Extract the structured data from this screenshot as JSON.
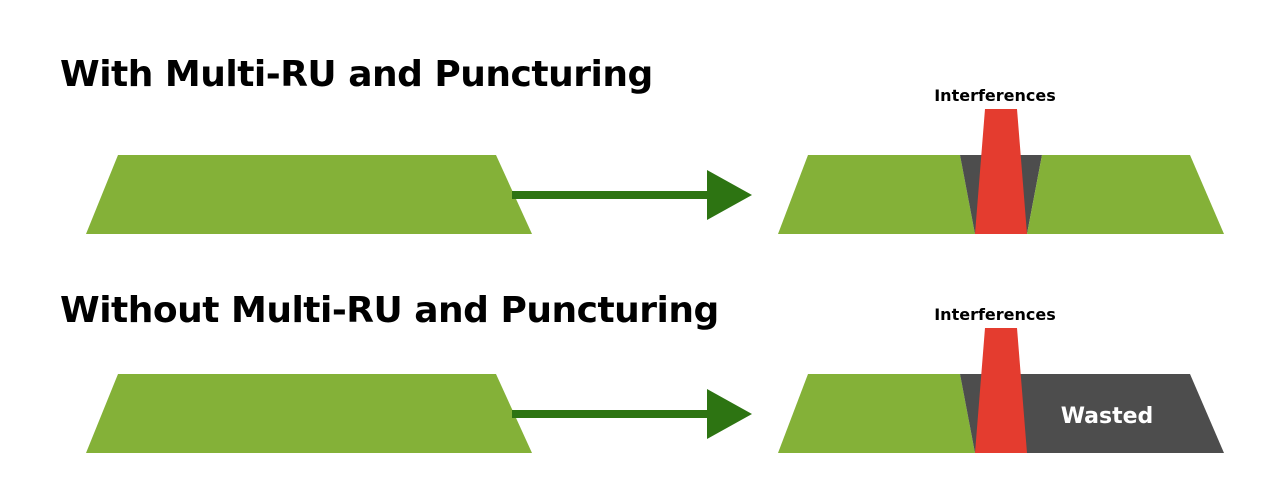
{
  "rows": [
    {
      "title": "With Multi-RU and Puncturing",
      "interference_label": "Interferences"
    },
    {
      "title": "Without Multi-RU and Puncturing",
      "interference_label": "Interferences",
      "wasted_label": "Wasted"
    }
  ],
  "colors": {
    "channel": "#84b138",
    "arrow": "#2d7412",
    "interference": "#e43c2f",
    "punctured": "#4d4d4d"
  }
}
